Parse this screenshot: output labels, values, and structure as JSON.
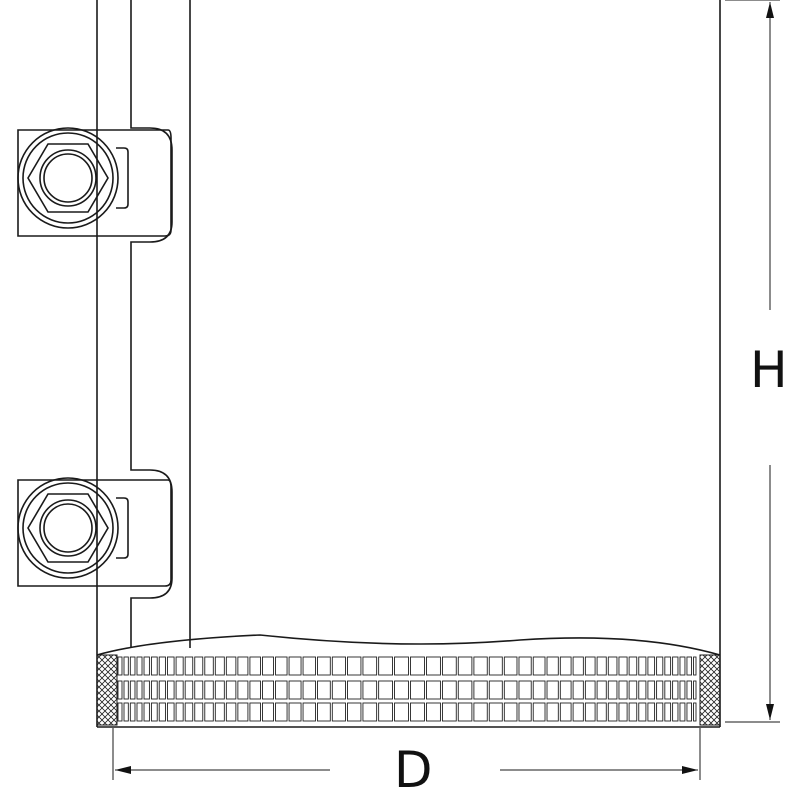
{
  "drawing": {
    "dimension_height_label": "H",
    "dimension_diameter_label": "D",
    "line_color": "#1a1a1a",
    "bolt_count": 2
  }
}
